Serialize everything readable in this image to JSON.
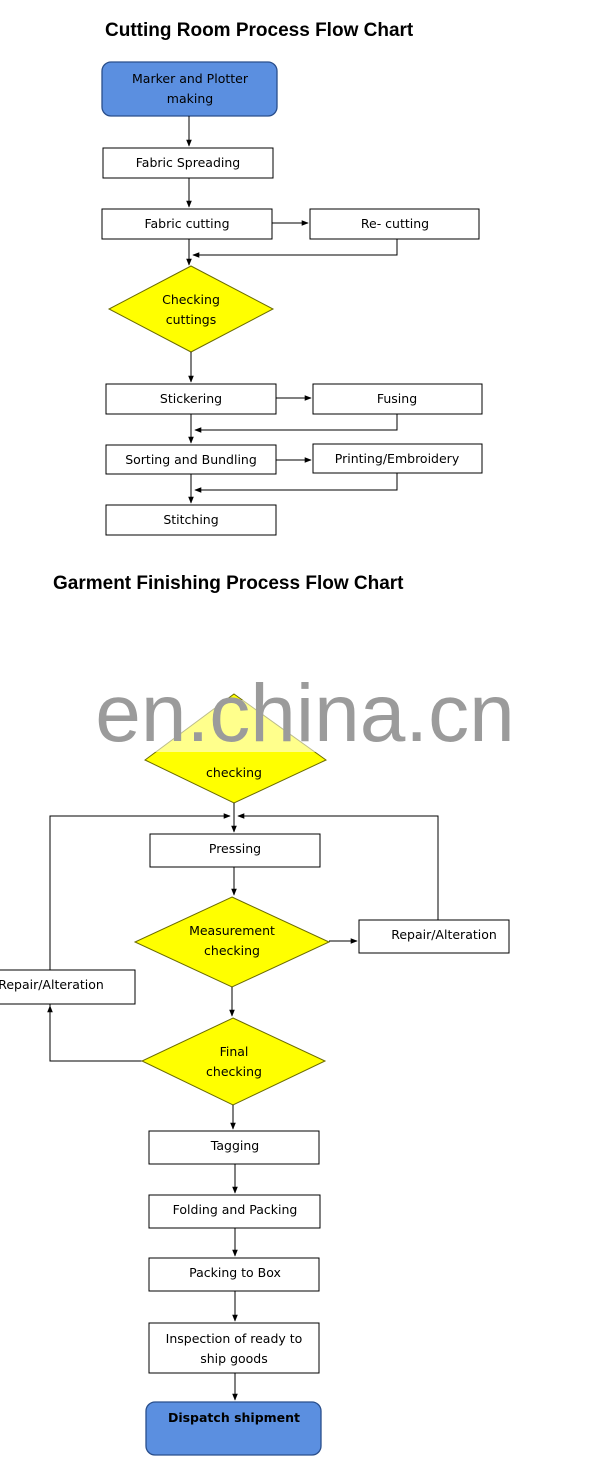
{
  "titles": {
    "cutting": "Cutting Room Process Flow Chart",
    "finishing": "Garment Finishing Process Flow Chart"
  },
  "watermark": "en.china.cn",
  "cutting_flow": {
    "marker_line1": "Marker and Plotter",
    "marker_line2": "making",
    "fabric_spreading": "Fabric Spreading",
    "fabric_cutting": "Fabric cutting",
    "re_cutting": "Re- cutting",
    "checking_line1": "Checking",
    "checking_line2": "cuttings",
    "stickering": "Stickering",
    "fusing": "Fusing",
    "sorting_bundling": "Sorting and Bundling",
    "printing_embroidery": "Printing/Embroidery",
    "stitching": "Stitching"
  },
  "finishing_flow": {
    "checking": "checking",
    "pressing": "Pressing",
    "measurement_line1": "Measurement",
    "measurement_line2": "checking",
    "repair_right": "Repair/Alteration",
    "repair_left": "Repair/Alteration",
    "final_line1": "Final",
    "final_line2": "checking",
    "tagging": "Tagging",
    "folding_packing": "Folding and Packing",
    "packing_box": "Packing to Box",
    "inspection_line1": "Inspection of ready to",
    "inspection_line2": "ship goods",
    "dispatch": "Dispatch shipment"
  },
  "colors": {
    "start_end_fill": "#5b8fe0",
    "decision_fill": "#ffff00",
    "watermark": "#9b9b9b"
  }
}
